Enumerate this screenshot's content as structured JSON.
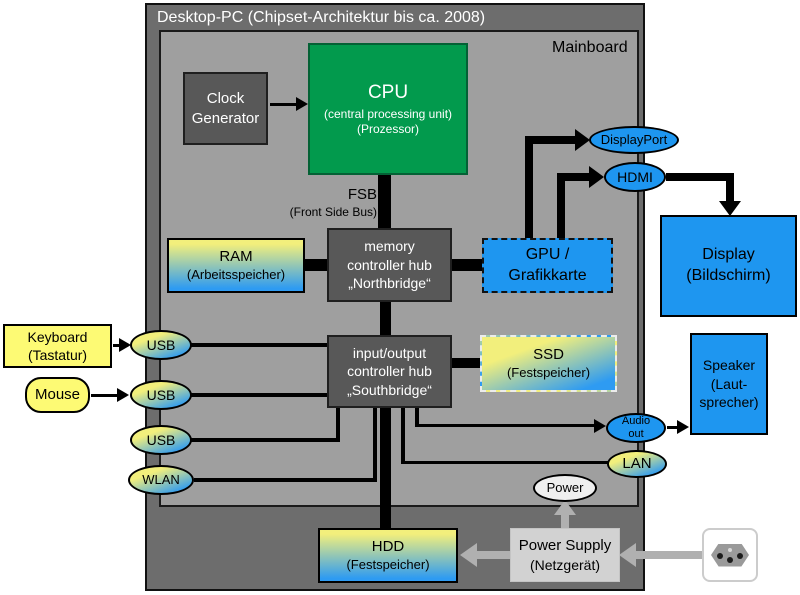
{
  "title": "Desktop-PC (Chipset-Architektur bis ca. 2008)",
  "mainboard": {
    "label": "Mainboard"
  },
  "nodes": {
    "clock": {
      "line1": "Clock",
      "line2": "Generator"
    },
    "cpu": {
      "title": "CPU",
      "sub1": "(central processing unit)",
      "sub2": "(Prozessor)"
    },
    "fsb": {
      "label": "FSB",
      "sub": "(Front Side Bus)"
    },
    "ram": {
      "line1": "RAM",
      "line2": "(Arbeitsspeicher)"
    },
    "northbridge": {
      "line1": "memory",
      "line2": "controller hub",
      "line3": "„Northbridge“"
    },
    "gpu": {
      "line1": "GPU /",
      "line2": "Grafikkarte"
    },
    "southbridge": {
      "line1": "input/output",
      "line2": "controller hub",
      "line3": "„Southbridge“"
    },
    "ssd": {
      "line1": "SSD",
      "line2": "(Festspeicher)"
    },
    "hdd": {
      "line1": "HDD",
      "line2": "(Festspeicher)"
    },
    "display": {
      "line1": "Display",
      "line2": "(Bildschirm)"
    },
    "speaker": {
      "line1": "Speaker",
      "line2": "(Laut-",
      "line3": "sprecher)"
    },
    "keyboard": {
      "line1": "Keyboard",
      "line2": "(Tastatur)"
    },
    "mouse": {
      "line1": "Mouse"
    },
    "power_supply": {
      "line1": "Power Supply",
      "line2": "(Netzgerät)"
    }
  },
  "ports": {
    "displayport": "DisplayPort",
    "hdmi": "HDMI",
    "usb1": "USB",
    "usb2": "USB",
    "usb3": "USB",
    "wlan": "WLAN",
    "audio": {
      "line1": "Audio",
      "line2": "out"
    },
    "lan": "LAN",
    "power": "Power"
  },
  "colors": {
    "outer_bg": "#6d6d6d",
    "mainboard_bg": "#9f9f9f",
    "chip_gray": "#585858",
    "cpu_green": "#029a4d",
    "io_blue": "#1e96f0",
    "device_yellow": "#fdfa74",
    "gradient_top_yellow": "#f2ef7c",
    "gradient_bottom_blue": "#2e9bf2",
    "power_supply_gray": "#d2d2d2",
    "power_arrow_gray": "#b0b0b0"
  }
}
